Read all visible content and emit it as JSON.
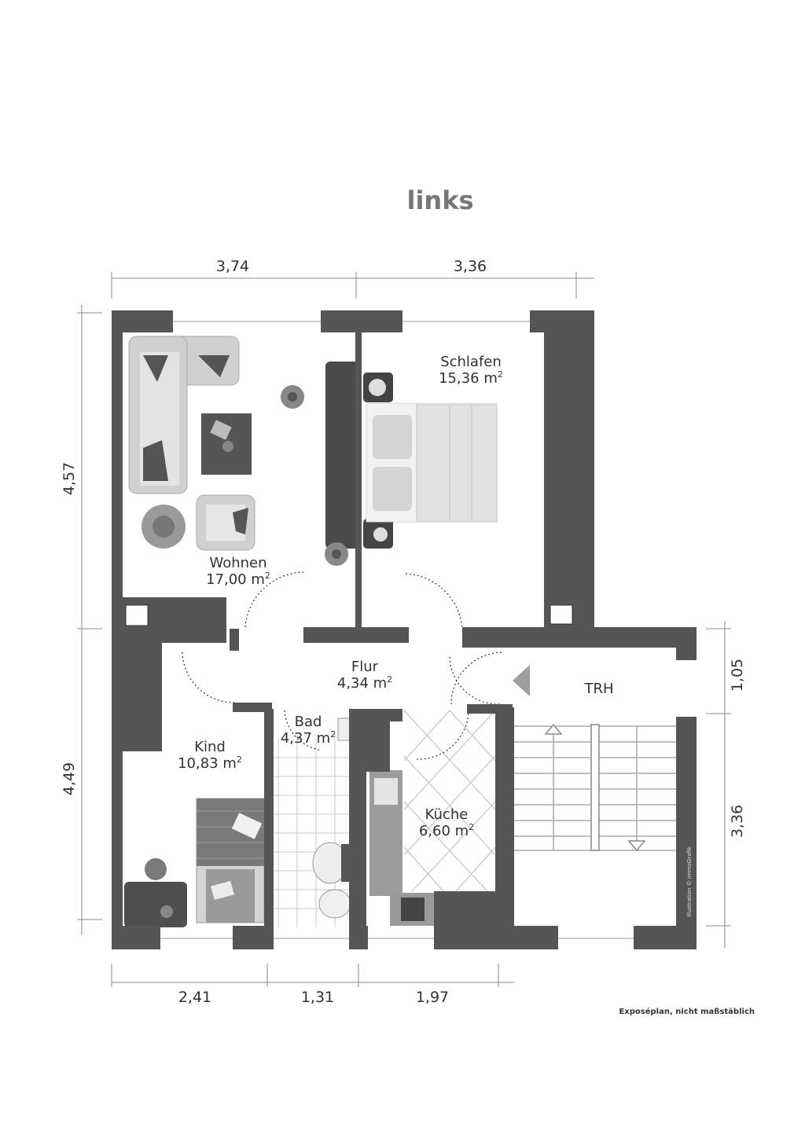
{
  "title": "links",
  "rooms": [
    {
      "name": "Schlafen",
      "area": "15,36 m",
      "unit_sup": "2"
    },
    {
      "name": "Wohnen",
      "area": "17,00 m",
      "unit_sup": "2"
    },
    {
      "name": "Flur",
      "area": "4,34 m",
      "unit_sup": "2"
    },
    {
      "name": "Bad",
      "area": "4,37 m",
      "unit_sup": "2"
    },
    {
      "name": "Kind",
      "area": "10,83 m",
      "unit_sup": "2"
    },
    {
      "name": "Küche",
      "area": "6,60 m",
      "unit_sup": "2"
    },
    {
      "name": "TRH",
      "area": "",
      "unit_sup": ""
    }
  ],
  "dimensions": {
    "top": [
      "3,74",
      "3,36"
    ],
    "bottom": [
      "2,41",
      "1,31",
      "1,97"
    ],
    "left": [
      "4,57",
      "4,49"
    ],
    "right": [
      "1,05",
      "3,36"
    ]
  },
  "footnote": "Exposéplan, nicht maßstäblich",
  "credit": "Illustration © immoGrafik",
  "colors": {
    "wall": "#555555",
    "furniture": "#6a6a6a",
    "furniture_light": "#cfcfcf",
    "dimension_line": "#888888",
    "tile_line": "#c8c8c8"
  }
}
